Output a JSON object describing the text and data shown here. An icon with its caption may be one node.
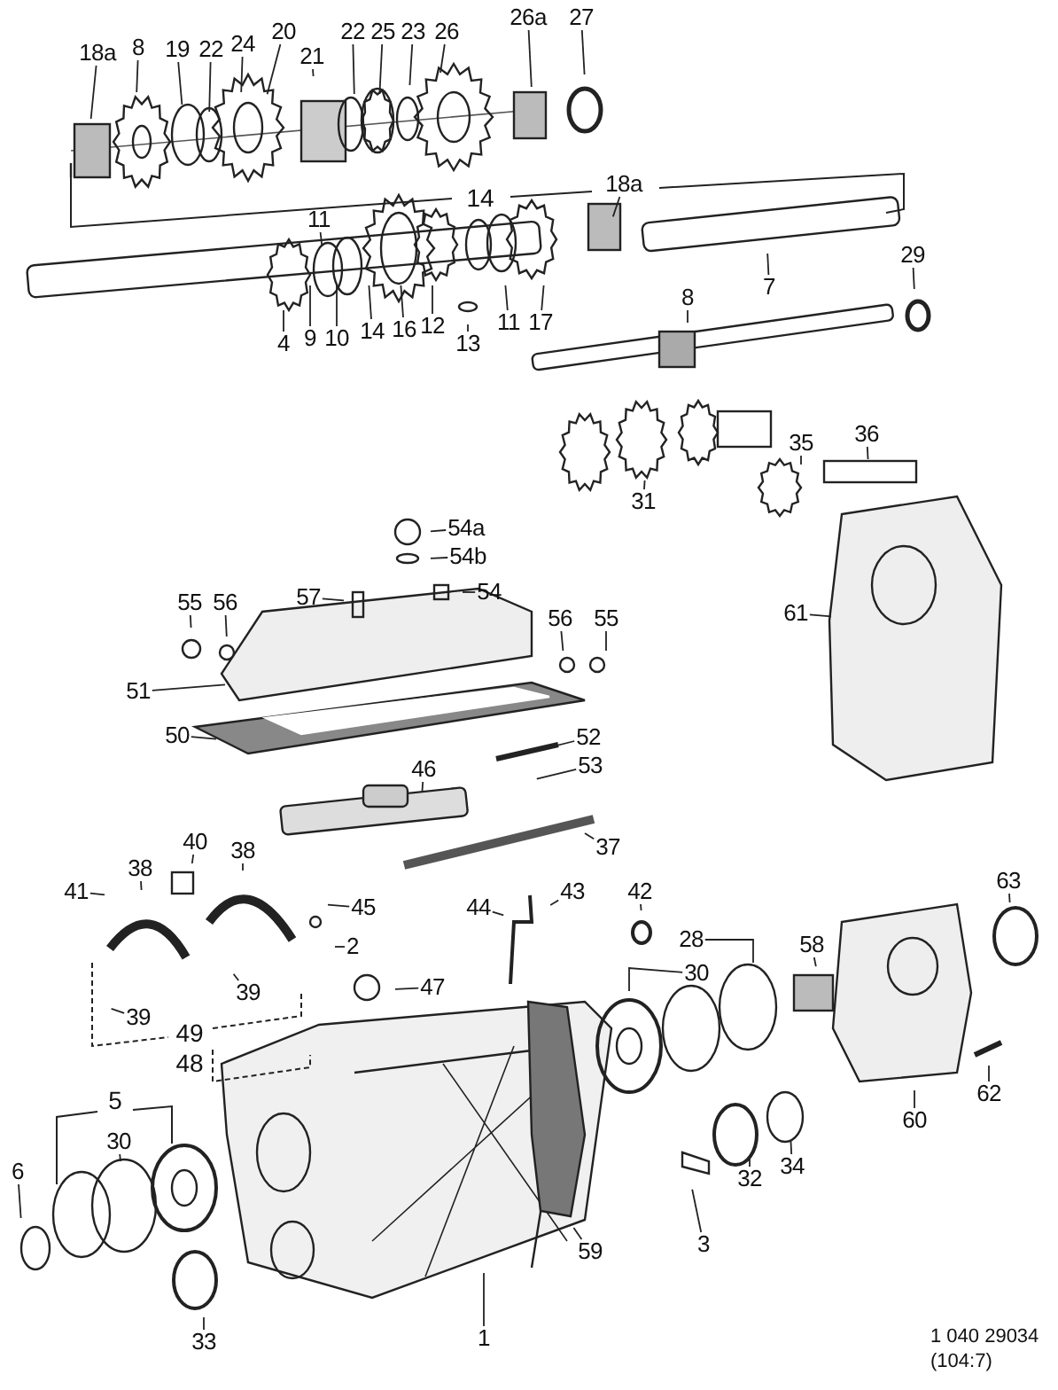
{
  "diagram": {
    "nodes": [
      {
        "text": [
          "18a"
        ]
      },
      {
        "text": [
          "8"
        ]
      },
      {
        "text": [
          "19"
        ]
      },
      {
        "text": [
          "22"
        ]
      },
      {
        "text": [
          "24"
        ]
      },
      {
        "text": [
          "20"
        ]
      },
      {
        "text": [
          "21"
        ]
      },
      {
        "text": [
          "22"
        ]
      },
      {
        "text": [
          "25"
        ]
      },
      {
        "text": [
          "23"
        ]
      },
      {
        "text": [
          "26"
        ]
      },
      {
        "text": [
          "26a"
        ]
      },
      {
        "text": [
          "27"
        ]
      },
      {
        "text": [
          "11"
        ]
      },
      {
        "text": [
          "18a"
        ]
      },
      {
        "text": [
          "7"
        ]
      },
      {
        "text": [
          "4"
        ]
      },
      {
        "text": [
          "9"
        ]
      },
      {
        "text": [
          "10"
        ]
      },
      {
        "text": [
          "14"
        ]
      },
      {
        "text": [
          "16"
        ]
      },
      {
        "text": [
          "12"
        ]
      },
      {
        "text": [
          "13"
        ]
      },
      {
        "text": [
          "11"
        ]
      },
      {
        "text": [
          "17"
        ]
      },
      {
        "text": [
          "8"
        ]
      },
      {
        "text": [
          "29"
        ]
      },
      {
        "text": [
          "31"
        ]
      },
      {
        "text": [
          "35"
        ]
      },
      {
        "text": [
          "36"
        ]
      },
      {
        "text": [
          "54a"
        ]
      },
      {
        "text": [
          "54b"
        ]
      },
      {
        "text": [
          "54"
        ]
      },
      {
        "text": [
          "57"
        ]
      },
      {
        "text": [
          "55"
        ]
      },
      {
        "text": [
          "56"
        ]
      },
      {
        "text": [
          "56"
        ]
      },
      {
        "text": [
          "55"
        ]
      },
      {
        "text": [
          "61"
        ]
      },
      {
        "text": [
          "51"
        ]
      },
      {
        "text": [
          "50"
        ]
      },
      {
        "text": [
          "52"
        ]
      },
      {
        "text": [
          "53"
        ]
      },
      {
        "text": [
          "46"
        ]
      },
      {
        "text": [
          "37"
        ]
      },
      {
        "text": [
          "40"
        ]
      },
      {
        "text": [
          "38"
        ]
      },
      {
        "text": [
          "38"
        ]
      },
      {
        "text": [
          "41"
        ]
      },
      {
        "text": [
          "43"
        ]
      },
      {
        "text": [
          "44"
        ]
      },
      {
        "text": [
          "45"
        ]
      },
      {
        "text": [
          "2"
        ]
      },
      {
        "text": [
          "47"
        ]
      },
      {
        "text": [
          "42"
        ]
      },
      {
        "text": [
          "63"
        ]
      },
      {
        "text": [
          "28"
        ]
      },
      {
        "text": [
          "30"
        ]
      },
      {
        "text": [
          "58"
        ]
      },
      {
        "text": [
          "39"
        ]
      },
      {
        "text": [
          "39"
        ]
      },
      {
        "text": [
          "30"
        ]
      },
      {
        "text": [
          "6"
        ]
      },
      {
        "text": [
          "60"
        ]
      },
      {
        "text": [
          "62"
        ]
      },
      {
        "text": [
          "32"
        ]
      },
      {
        "text": [
          "34"
        ]
      },
      {
        "text": [
          "59"
        ]
      },
      {
        "text": [
          "3"
        ]
      },
      {
        "text": [
          "33"
        ]
      },
      {
        "text": [
          "1"
        ]
      }
    ],
    "edges": [
      {
        "from": 0,
        "to": null,
        "arrow": "none"
      },
      {
        "from": 1,
        "to": null,
        "arrow": "none"
      },
      {
        "from": 2,
        "to": null,
        "arrow": "none"
      },
      {
        "from": 3,
        "to": null,
        "arrow": "none"
      },
      {
        "from": 4,
        "to": null,
        "arrow": "none"
      },
      {
        "from": 5,
        "to": null,
        "arrow": "none"
      },
      {
        "from": 6,
        "to": null,
        "arrow": "none"
      },
      {
        "from": 7,
        "to": null,
        "arrow": "none"
      },
      {
        "from": 8,
        "to": null,
        "arrow": "none"
      },
      {
        "from": 9,
        "to": null,
        "arrow": "none"
      },
      {
        "from": 10,
        "to": null,
        "arrow": "none"
      },
      {
        "from": 11,
        "to": null,
        "arrow": "none"
      },
      {
        "from": 12,
        "to": null,
        "arrow": "none"
      },
      {
        "from": 13,
        "to": null,
        "arrow": "none"
      },
      {
        "from": 14,
        "to": null,
        "arrow": "none"
      },
      {
        "from": 15,
        "to": null,
        "arrow": "none"
      },
      {
        "from": 16,
        "to": null,
        "arrow": "none"
      },
      {
        "from": 17,
        "to": null,
        "arrow": "none"
      },
      {
        "from": 18,
        "to": null,
        "arrow": "none"
      },
      {
        "from": 19,
        "to": null,
        "arrow": "none"
      },
      {
        "from": 20,
        "to": null,
        "arrow": "none"
      },
      {
        "from": 21,
        "to": null,
        "arrow": "none"
      },
      {
        "from": 22,
        "to": null,
        "arrow": "none"
      },
      {
        "from": 23,
        "to": null,
        "arrow": "none"
      },
      {
        "from": 24,
        "to": null,
        "arrow": "none"
      },
      {
        "from": 25,
        "to": null,
        "arrow": "none"
      },
      {
        "from": 26,
        "to": null,
        "arrow": "none"
      },
      {
        "from": 27,
        "to": null,
        "arrow": "none"
      },
      {
        "from": 28,
        "to": null,
        "arrow": "none"
      },
      {
        "from": 29,
        "to": null,
        "arrow": "none"
      },
      {
        "from": 30,
        "to": null,
        "arrow": "none"
      },
      {
        "from": 31,
        "to": null,
        "arrow": "none"
      },
      {
        "from": 32,
        "to": null,
        "arrow": "none"
      },
      {
        "from": 33,
        "to": null,
        "arrow": "none"
      },
      {
        "from": 34,
        "to": null,
        "arrow": "none"
      },
      {
        "from": 35,
        "to": null,
        "arrow": "none"
      },
      {
        "from": 36,
        "to": null,
        "arrow": "none"
      },
      {
        "from": 37,
        "to": null,
        "arrow": "none"
      },
      {
        "from": 38,
        "to": null,
        "arrow": "none"
      },
      {
        "from": 39,
        "to": null,
        "arrow": "none"
      },
      {
        "from": 40,
        "to": null,
        "arrow": "none"
      },
      {
        "from": 41,
        "to": null,
        "arrow": "none"
      },
      {
        "from": 42,
        "to": null,
        "arrow": "none"
      },
      {
        "from": 43,
        "to": null,
        "arrow": "none"
      },
      {
        "from": 44,
        "to": null,
        "arrow": "none"
      },
      {
        "from": 45,
        "to": null,
        "arrow": "none"
      },
      {
        "from": 46,
        "to": null,
        "arrow": "none"
      },
      {
        "from": 47,
        "to": null,
        "arrow": "none"
      },
      {
        "from": 48,
        "to": null,
        "arrow": "none"
      },
      {
        "from": 49,
        "to": null,
        "arrow": "none"
      },
      {
        "from": 50,
        "to": null,
        "arrow": "none"
      },
      {
        "from": 51,
        "to": null,
        "arrow": "none"
      },
      {
        "from": 52,
        "to": null,
        "arrow": "none"
      },
      {
        "from": 53,
        "to": null,
        "arrow": "none"
      },
      {
        "from": 54,
        "to": null,
        "arrow": "none"
      },
      {
        "from": 55,
        "to": null,
        "arrow": "none"
      },
      {
        "from": 56,
        "to": null,
        "arrow": "none"
      },
      {
        "from": 57,
        "to": null,
        "arrow": "none"
      },
      {
        "from": 58,
        "to": null,
        "arrow": "none"
      },
      {
        "from": 59,
        "to": null,
        "arrow": "none"
      },
      {
        "from": 60,
        "to": null,
        "arrow": "none"
      },
      {
        "from": 61,
        "to": null,
        "arrow": "none"
      },
      {
        "from": 62,
        "to": null,
        "arrow": "none"
      },
      {
        "from": 63,
        "to": null,
        "arrow": "none"
      },
      {
        "from": 64,
        "to": null,
        "arrow": "none"
      },
      {
        "from": 65,
        "to": null,
        "arrow": "none"
      },
      {
        "from": 66,
        "to": null,
        "arrow": "none"
      },
      {
        "from": 67,
        "to": null,
        "arrow": "none"
      },
      {
        "from": 68,
        "to": null,
        "arrow": "none"
      },
      {
        "from": 69,
        "to": null,
        "arrow": "none"
      },
      {
        "from": 70,
        "to": null,
        "arrow": "none"
      }
    ],
    "labels": [
      "14",
      "49",
      "48",
      "5",
      "1 040 29034",
      "(104:7)"
    ]
  }
}
